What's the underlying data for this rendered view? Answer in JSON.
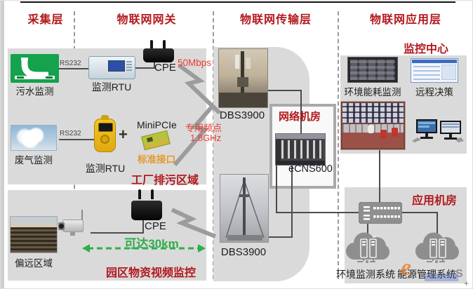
{
  "header": {
    "layers": [
      {
        "label": "采集层"
      },
      {
        "label": "物联网网关"
      },
      {
        "label": "物联网传输层"
      },
      {
        "label": "物联网应用层"
      }
    ]
  },
  "collection": {
    "sewage_label": "污水监测",
    "gas_label": "废气监测",
    "remote_label": "偏远区域",
    "rs232_top": "RS232",
    "rs232_bottom": "RS232"
  },
  "gateway": {
    "rtu1_label": "监测RTU",
    "cpe1_label": "CPE",
    "rate_label": "50Mbps",
    "rtu2_label": "监测RTU",
    "plus_sign": "+",
    "minipcie_label": "MiniPCIe",
    "standard_if_label": "标准接口",
    "freq_line1": "专用频点",
    "freq_line2": "1.8GHz",
    "factory_zone_label": "工厂排污区域",
    "cpe2_label": "CPE",
    "range_label": "可达30km",
    "park_zone_label": "园区物资视频监控"
  },
  "transport": {
    "bts_top_label": "DBS3900",
    "bts_bottom_label": "DBS3900",
    "netroom_title": "网络机房",
    "ecns_label": "eCNS600"
  },
  "application": {
    "center_title": "监控中心",
    "energy_monitor_label": "环境能耗监测",
    "remote_decision_label": "远程决策",
    "app_room_title": "应用机房",
    "env_system_label": "环境监测系统",
    "energy_system_label": "能源管理系统"
  },
  "watermark": {
    "glyph": "e",
    "suffix": "S",
    "cursor": "+"
  },
  "colors": {
    "accent_red": "#b2191e",
    "bright_red": "#ea3a30",
    "orange": "#e5992f",
    "green": "#2fae4c",
    "panel_gray": "#dadada",
    "line_gray": "#4c4c4c",
    "bolt_gray": "#9c9c9c"
  }
}
